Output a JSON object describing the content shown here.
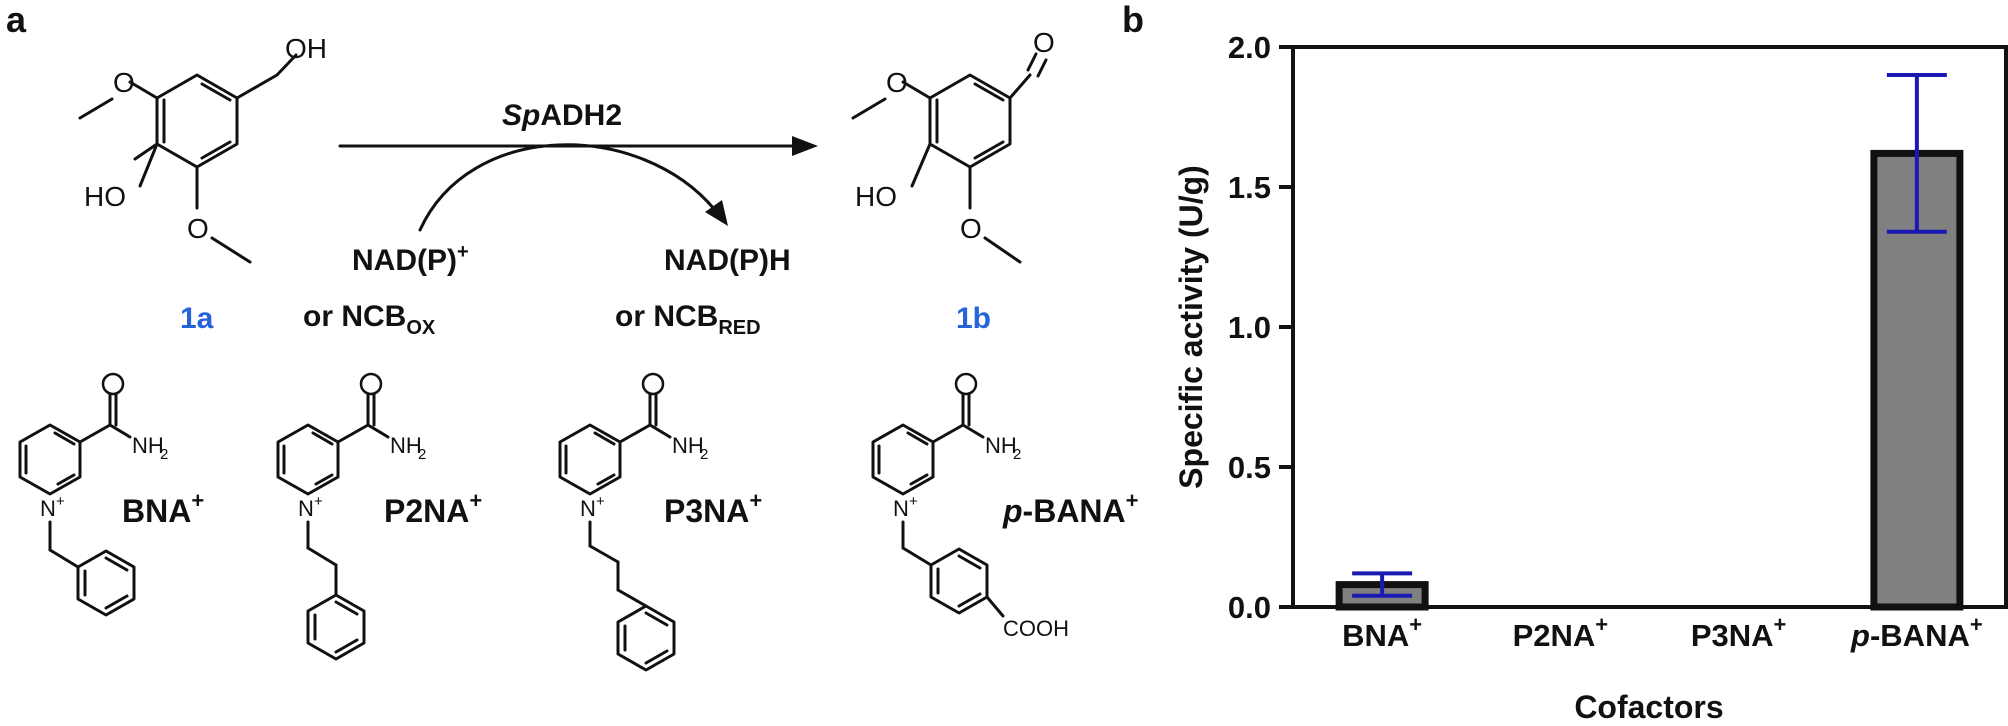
{
  "panel_a": {
    "label": "a",
    "enzyme_prefix": "Sp",
    "enzyme_suffix": "ADH2",
    "substrate_label": "1a",
    "product_label": "1b",
    "ox_cofactor_line1": "NAD(P)",
    "ox_cofactor_line1_sup": "+",
    "ox_cofactor_line2": "or NCB",
    "ox_cofactor_line2_sub": "OX",
    "red_cofactor_line1": "NAD(P)H",
    "red_cofactor_line2": "or NCB",
    "red_cofactor_line2_sub": "RED",
    "atoms": {
      "oh": "OH",
      "ho": "HO",
      "o": "O",
      "nh2": "NH",
      "nh2_sub": "2",
      "n": "N",
      "n_plus": "+",
      "cooh": "COOH"
    },
    "cofactors": [
      {
        "name": "BNA",
        "prefix": "",
        "sup": "+"
      },
      {
        "name": "P2NA",
        "prefix": "",
        "sup": "+"
      },
      {
        "name": "P3NA",
        "prefix": "",
        "sup": "+"
      },
      {
        "name": "-BANA",
        "prefix": "p",
        "sup": "+"
      }
    ]
  },
  "panel_b": {
    "label": "b"
  },
  "chart_data": {
    "type": "bar",
    "categories": [
      "BNA+",
      "P2NA+",
      "P3NA+",
      "p-BANA+"
    ],
    "category_labels": [
      {
        "prefix": "",
        "name": "BNA",
        "sup": "+"
      },
      {
        "prefix": "",
        "name": "P2NA",
        "sup": "+"
      },
      {
        "prefix": "",
        "name": "P3NA",
        "sup": "+"
      },
      {
        "prefix": "p",
        "name": "-BANA",
        "sup": "+"
      }
    ],
    "values": [
      0.08,
      0.0,
      0.0,
      1.62
    ],
    "errors": [
      0.04,
      0.0,
      0.0,
      0.28
    ],
    "xlabel": "Cofactors",
    "ylabel": "Specific activity (U/g)",
    "ylim": [
      0,
      2.0
    ],
    "yticks": [
      "0.0",
      "0.5",
      "1.0",
      "1.5",
      "2.0"
    ],
    "bar_color": "#808080",
    "error_color": "#1a1ab3",
    "grid": false
  }
}
